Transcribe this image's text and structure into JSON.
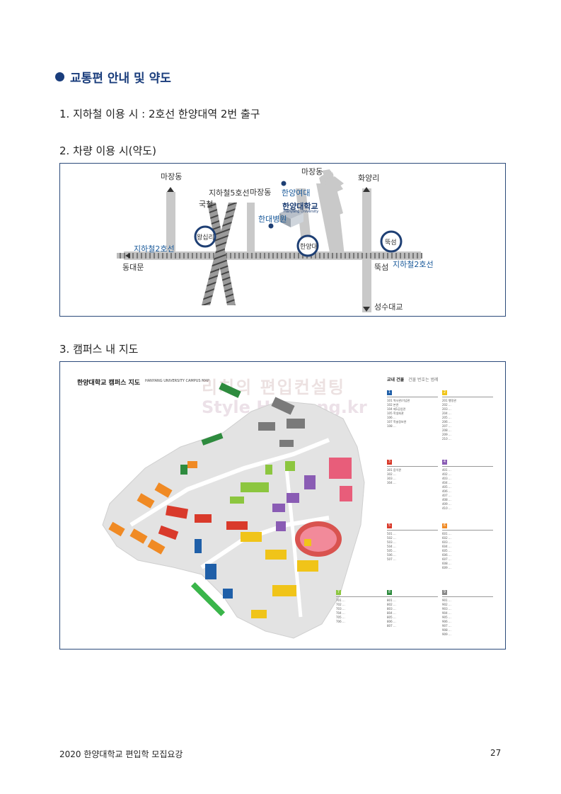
{
  "section_title": "교통편 안내 및 약도",
  "items": [
    "1. 지하철 이용 시 : 2호선 한양대역 2번 출구",
    "2. 차량 이용 시(약도)",
    "3. 캠퍼스 내 지도"
  ],
  "route_map": {
    "labels": {
      "majang_left": "마장동",
      "majang_center": "마장동",
      "majang_top": "마장동",
      "hwayangri": "화양리",
      "subway5": "지하철5호선",
      "gukcheol": "국철",
      "hanyang_girls": "한양여대",
      "univ_ko": "한양대학교",
      "univ_en": "Hanyang University",
      "hospital": "한대병원",
      "wangsimni": "왕십리",
      "hanyangdae": "한양대",
      "ttukseom_circle": "뚝섬",
      "subway2_left": "지하철2호선",
      "subway2_right": "지하철2호선",
      "dongdaemun": "동대문",
      "ttukseom": "뚝섬",
      "seongsu": "성수대교"
    }
  },
  "campus_map": {
    "title": "한양대학교 캠퍼스 지도",
    "title_en": "HANYANG UNIVERSITY CAMPUS MAP",
    "watermark_ko": "리치의 편입컨설팅",
    "watermark_en": "Style Hanyang.kr",
    "legend_title": "교내 건물",
    "legend_sub": "건물 번호는 범례",
    "groups": [
      {
        "num": "1",
        "color": "#1f5fa8",
        "lines": [
          "101 역사관/기념관",
          "102 본관",
          "104 제1공업관",
          "105 학생회관",
          "106 ...",
          "107 학술정보관",
          "108 ..."
        ]
      },
      {
        "num": "2",
        "color": "#f0c419",
        "lines": [
          "201 행정관",
          "202 ...",
          "203 ...",
          "204 ...",
          "205 ...",
          "206 ...",
          "207 ...",
          "208 ...",
          "209 ...",
          "210 ..."
        ]
      },
      {
        "num": "3",
        "color": "#d93a2b",
        "lines": [
          "301 음악관",
          "302 ...",
          "303 ...",
          "304 ..."
        ]
      },
      {
        "num": "4",
        "color": "#8a5cb4",
        "lines": [
          "401 ...",
          "402 ...",
          "403 ...",
          "404 ...",
          "405 ...",
          "406 ...",
          "407 ...",
          "408 ...",
          "409 ...",
          "410 ..."
        ]
      },
      {
        "num": "5",
        "color": "#d93a2b",
        "lines": [
          "501 ...",
          "502 ...",
          "503 ...",
          "504 ...",
          "505 ...",
          "506 ...",
          "507 ..."
        ]
      },
      {
        "num": "6",
        "color": "#f08a24",
        "lines": [
          "601 ...",
          "602 ...",
          "603 ...",
          "604 ...",
          "605 ...",
          "606 ...",
          "607 ...",
          "608 ...",
          "609 ..."
        ]
      },
      {
        "num": "7",
        "color": "#8cc63f",
        "lines": [
          "701 ...",
          "702 ...",
          "703 ...",
          "704 ...",
          "705 ...",
          "706 ..."
        ]
      },
      {
        "num": "8",
        "color": "#2e8b3e",
        "lines": [
          "801 ...",
          "802 ...",
          "803 ...",
          "804 ...",
          "805 ...",
          "806 ...",
          "807 ..."
        ]
      },
      {
        "num": "9",
        "color": "#888888",
        "lines": [
          "901 ...",
          "902 ...",
          "903 ...",
          "904 ...",
          "905 ...",
          "906 ...",
          "907 ...",
          "908 ...",
          "909 ..."
        ]
      }
    ]
  },
  "footer": {
    "left": "2020 한양대학교 편입학 모집요강",
    "page": "27"
  }
}
